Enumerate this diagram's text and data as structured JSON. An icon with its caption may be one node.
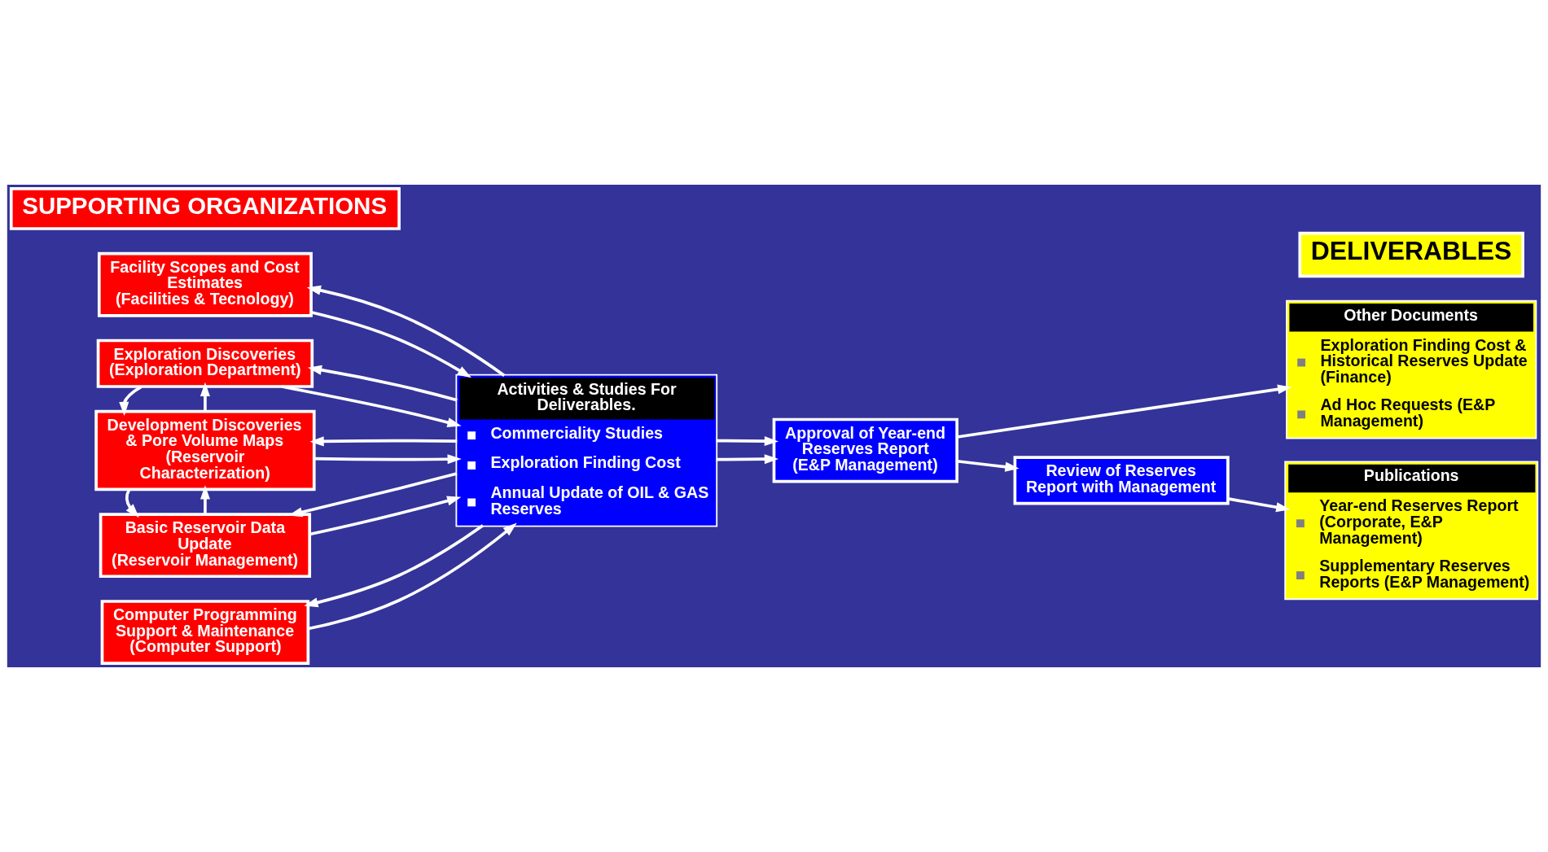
{
  "diagram": {
    "nodes": [
      {
        "text": [
          "SUPPORTING ORGANIZATIONS"
        ]
      },
      {
        "text": [
          "DELIVERABLES"
        ]
      },
      {
        "text": [
          "Facility Scopes and Cost Estimates",
          "(Facilities & Tecnology)"
        ]
      },
      {
        "text": [
          "Exploration Discoveries",
          "(Exploration Department)"
        ]
      },
      {
        "text": [
          "Development Discoveries & Pore Volume Maps",
          "(Reservoir Characterization)"
        ]
      },
      {
        "text": [
          "Basic Reservoir Data Update",
          "(Reservoir Management)"
        ]
      },
      {
        "text": [
          "Computer Programming Support & Maintenance",
          "(Computer Support)"
        ]
      },
      {
        "text": [
          "Activities & Studies For Deliverables.",
          "Commerciality Studies",
          "Exploration Finding Cost",
          "Annual Update of OIL & GAS Reserves"
        ]
      },
      {
        "text": [
          "Approval of Year-end Reserves Report",
          "(E&P Management)"
        ]
      },
      {
        "text": [
          "Review of Reserves Report with Management"
        ]
      },
      {
        "text": [
          "Other Documents",
          "Exploration Finding Cost & Historical Reserves Update (Finance)",
          "Ad Hoc Requests (E&P Management)"
        ]
      },
      {
        "text": [
          "Publications",
          "Year-end Reserves Report (Corporate, E&P Management)",
          "Supplementary Reserves Reports (E&P Management)"
        ]
      }
    ],
    "edges": [
      {
        "from": 2,
        "to": 7,
        "arrow": "to"
      },
      {
        "from": 7,
        "to": 2,
        "arrow": "to"
      },
      {
        "from": 3,
        "to": 7,
        "arrow": "to"
      },
      {
        "from": 7,
        "to": 3,
        "arrow": "to"
      },
      {
        "from": 4,
        "to": 7,
        "arrow": "to"
      },
      {
        "from": 7,
        "to": 4,
        "arrow": "to"
      },
      {
        "from": 4,
        "to": 3,
        "arrow": "to"
      },
      {
        "from": 3,
        "to": 4,
        "arrow": "to"
      },
      {
        "from": 5,
        "to": 4,
        "arrow": "to"
      },
      {
        "from": 4,
        "to": 5,
        "arrow": "to"
      },
      {
        "from": 7,
        "to": 5,
        "arrow": "to"
      },
      {
        "from": 5,
        "to": 7,
        "arrow": "to"
      },
      {
        "from": 6,
        "to": 7,
        "arrow": "to"
      },
      {
        "from": 7,
        "to": 6,
        "arrow": "to"
      },
      {
        "from": 7,
        "to": 8,
        "arrow": "to"
      },
      {
        "from": 7,
        "to": 8,
        "arrow": "to"
      },
      {
        "from": 8,
        "to": 9,
        "arrow": "to"
      },
      {
        "from": 8,
        "to": 10,
        "arrow": "to"
      },
      {
        "from": 9,
        "to": 11,
        "arrow": "to"
      }
    ]
  }
}
